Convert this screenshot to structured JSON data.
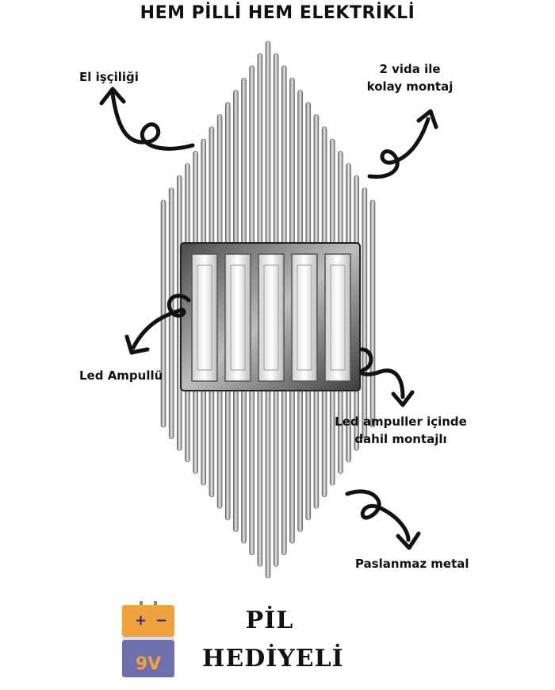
{
  "header": {
    "title": "HEM PİLLİ HEM ELEKTRİKLİ"
  },
  "callouts": {
    "handcraft": "El işçiliği",
    "mount_line1": "2 vida ile",
    "mount_line2": "kolay montaj",
    "led": "Led Ampullü",
    "led_included_line1": "Led ampuller içinde",
    "led_included_line2": "dahil montajlı",
    "stainless": "Paslanmaz metal"
  },
  "battery": {
    "plus": "+",
    "minus": "−",
    "voltage": "9V"
  },
  "gift": {
    "line1": "PİL",
    "line2": "HEDİYELİ"
  },
  "colors": {
    "battery_top": "#f0a23c",
    "battery_bottom": "#6f6fae",
    "metal": "#9a9a9a"
  }
}
